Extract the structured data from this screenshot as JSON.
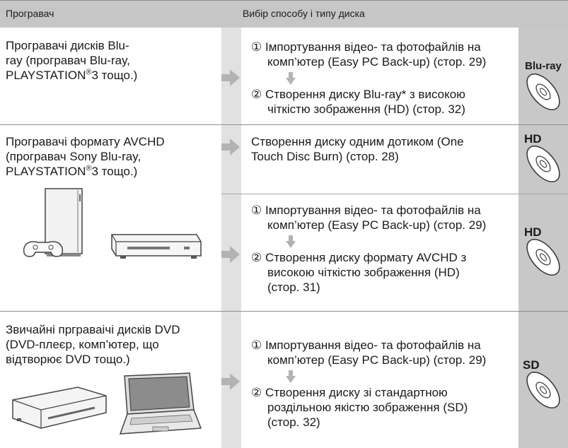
{
  "header": {
    "player_col": "Програвач",
    "method_col": "Вибір способу і типу диска"
  },
  "rows": [
    {
      "player": {
        "line1": "Програвачі дисків Blu-",
        "line2": "ray (програвач Blu-ray,",
        "line3_pre": "PLAYSTATION",
        "reg": "®",
        "line3_post": "3 тощо.)"
      },
      "step1": {
        "num": "①",
        "line1": "Імпортування відео- та фотофайлів на",
        "line2": "комп’ютер (Easy PC Back-up) (стор. 29)"
      },
      "step2": {
        "num": "②",
        "line1": "Створення диску Blu-ray* з високою",
        "line2": "чіткістю зображення (HD) (стор. 32)"
      },
      "disc_label": "Blu-ray"
    },
    {
      "player": {
        "line1": "Програвачі формату AVCHD",
        "line2": "(програвач Sony Blu-ray,",
        "line3_pre": "PLAYSTATION",
        "reg": "®",
        "line3_post": "3 тощо.)"
      },
      "option1": {
        "line1": "Створення диску одним дотиком (One",
        "line2": "Touch Disc Burn) (стор. 28)"
      },
      "option1_disc": "HD",
      "step1": {
        "num": "①",
        "line1": "Імпортування відео- та фотофайлів на",
        "line2": "комп’ютер (Easy PC Back-up) (стор. 29)"
      },
      "step2": {
        "num": "②",
        "line1": "Створення диску формату AVCHD з",
        "line2": "високою чіткістю зображення (HD)",
        "line3": "(стор. 31)"
      },
      "disc_label": "HD"
    },
    {
      "player": {
        "line1": "Звичайні прграваічі дисків DVD",
        "line2": "(DVD-плеєр, комп’ютер, що",
        "line3": "відтворює DVD тощо.)"
      },
      "step1": {
        "num": "①",
        "line1": "Імпортування відео- та фотофайлів на",
        "line2": "комп’ютер (Easy PC Back-up) (стор. 29)"
      },
      "step2": {
        "num": "②",
        "line1": "Створення диску зі стандартною",
        "line2": "роздільною якістю зображення (SD)",
        "line3": "(стор. 32)"
      },
      "disc_label": "SD"
    }
  ],
  "colors": {
    "header_bg": "#c6c6c6",
    "band_bg": "#e1e1e1",
    "disc_band_bg": "#c8c8c8",
    "arrow": "#b3b3b3"
  },
  "icons": [
    "arrow-right-icon",
    "arrow-down-icon",
    "disc-icon",
    "game-console-icon",
    "blu-ray-player-icon",
    "dvd-player-icon",
    "laptop-icon"
  ]
}
